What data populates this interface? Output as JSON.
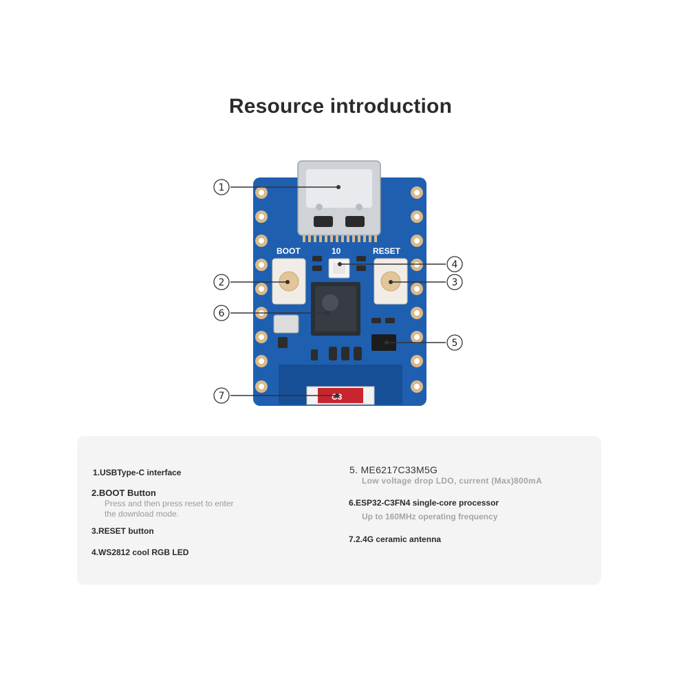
{
  "title": "Resource introduction",
  "board": {
    "labels": {
      "boot": "BOOT",
      "io": "10",
      "reset": "RESET",
      "antenna_mark": "C3"
    },
    "colors": {
      "pcb": "#1f5fb0",
      "pcb_dark": "#164f96",
      "pad": "#d9b98a",
      "usb": "#cfd3d8",
      "chip": "#2b2f36",
      "antenna": "#c8252f"
    }
  },
  "callouts": [
    {
      "num": "1"
    },
    {
      "num": "2"
    },
    {
      "num": "3"
    },
    {
      "num": "4"
    },
    {
      "num": "5"
    },
    {
      "num": "6"
    },
    {
      "num": "7"
    }
  ],
  "features": {
    "left": [
      {
        "title": "1.USBType-C interface"
      },
      {
        "title": "2.BOOT Button",
        "desc_line1": "Press and then press reset to enter",
        "desc_line2": "the download mode."
      },
      {
        "title": "3.RESET button"
      },
      {
        "title": "4.WS2812 cool RGB LED"
      }
    ],
    "right": [
      {
        "title": "5. ME6217C33M5G",
        "desc": "Low voltage drop LDO, current (Max)800mA"
      },
      {
        "title": "6.ESP32-C3FN4 single-core processor",
        "desc": "Up to 160MHz operating frequency"
      },
      {
        "title": "7.2.4G ceramic antenna"
      }
    ]
  }
}
